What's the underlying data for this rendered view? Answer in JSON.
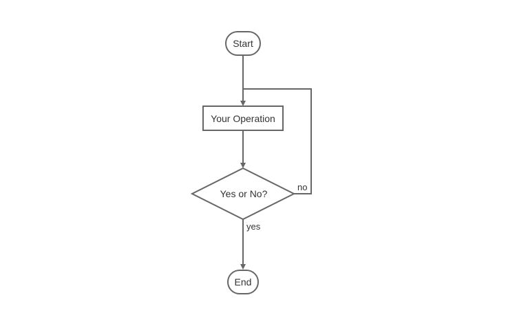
{
  "diagram": {
    "colors": {
      "stroke": "#666666",
      "text": "#333333",
      "background": "#ffffff"
    },
    "nodes": {
      "start": "Start",
      "operation": "Your Operation",
      "decision": "Yes or No?",
      "end": "End"
    },
    "edges": {
      "no": "no",
      "yes": "yes"
    }
  }
}
